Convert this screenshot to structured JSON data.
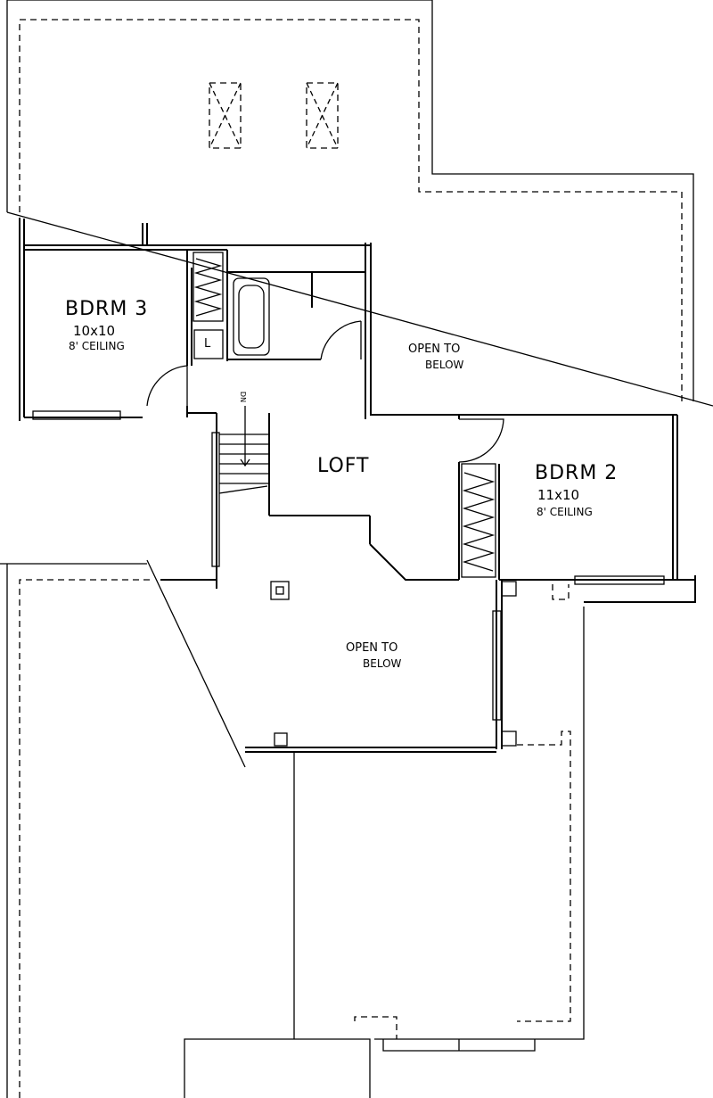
{
  "rooms": {
    "bdrm3": {
      "name": "BDRM 3",
      "size": "10x10",
      "ceiling": "8' CEILING"
    },
    "bdrm2": {
      "name": "BDRM 2",
      "size": "11x10",
      "ceiling": "8' CEILING"
    },
    "loft": {
      "name": "LOFT"
    },
    "open_upper": {
      "line1": "OPEN TO",
      "line2": "BELOW"
    },
    "open_lower": {
      "line1": "OPEN TO",
      "line2": "BELOW"
    },
    "linen": {
      "label": "L"
    },
    "stair": {
      "label": "DN"
    }
  }
}
